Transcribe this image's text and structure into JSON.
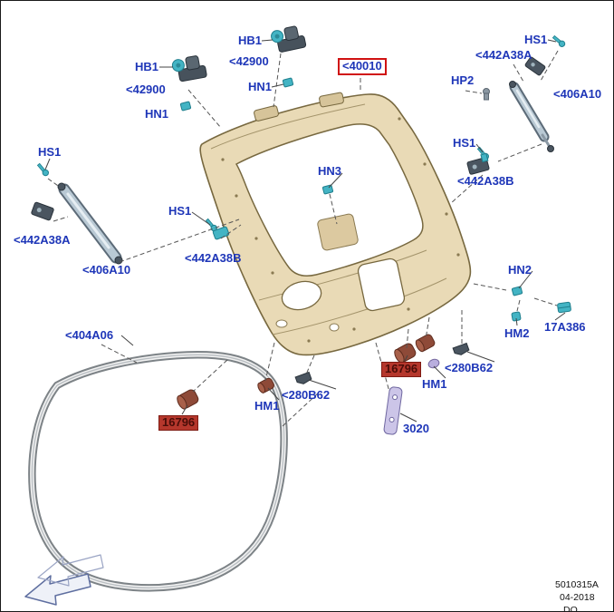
{
  "doc": {
    "type": "parts-exploded-diagram",
    "subject": "liftgate-tailgate-assembly",
    "footer": {
      "ref_code": "5010315A",
      "date": "04-2018",
      "cutoff_text": "DO"
    }
  },
  "colors": {
    "label_blue": "#1e36b8",
    "highlight_border": "#d01212",
    "highlight_fill": "#b5372c",
    "highlight_text": "#4a0d08",
    "panel_fill": "#e9dab6",
    "hardware_teal": "#43b4c4",
    "seal_gray": "#84898d",
    "bumper_brown": "#8e4a38",
    "bracket_gray": "#4a5560",
    "strip_violet": "#ccc5e8"
  },
  "labels": [
    {
      "text": "HB1",
      "variant": "plain"
    },
    {
      "text": "<42900",
      "variant": "plain"
    },
    {
      "text": "HN1",
      "variant": "plain"
    },
    {
      "text": "<40010",
      "variant": "red-outline"
    },
    {
      "text": "HB1",
      "variant": "plain"
    },
    {
      "text": "<42900",
      "variant": "plain"
    },
    {
      "text": "HN1",
      "variant": "plain"
    },
    {
      "text": "HS1",
      "variant": "plain"
    },
    {
      "text": "<442A38A",
      "variant": "plain"
    },
    {
      "text": "HP2",
      "variant": "plain"
    },
    {
      "text": "<406A10",
      "variant": "plain"
    },
    {
      "text": "HS1",
      "variant": "plain"
    },
    {
      "text": "<442A38B",
      "variant": "plain"
    },
    {
      "text": "HN3",
      "variant": "plain"
    },
    {
      "text": "HS1",
      "variant": "plain"
    },
    {
      "text": "<442A38A",
      "variant": "plain"
    },
    {
      "text": "<406A10",
      "variant": "plain"
    },
    {
      "text": "HS1",
      "variant": "plain"
    },
    {
      "text": "<442A38B",
      "variant": "plain"
    },
    {
      "text": "HN2",
      "variant": "plain"
    },
    {
      "text": "HM2",
      "variant": "plain"
    },
    {
      "text": "17A386",
      "variant": "plain"
    },
    {
      "text": "<404A06",
      "variant": "plain"
    },
    {
      "text": "16796",
      "variant": "red-fill"
    },
    {
      "text": "<280B62",
      "variant": "plain"
    },
    {
      "text": "HM1",
      "variant": "plain"
    },
    {
      "text": "<280B62",
      "variant": "plain"
    },
    {
      "text": "HM1",
      "variant": "plain"
    },
    {
      "text": "16796",
      "variant": "red-fill"
    },
    {
      "text": "3020",
      "variant": "plain"
    }
  ]
}
